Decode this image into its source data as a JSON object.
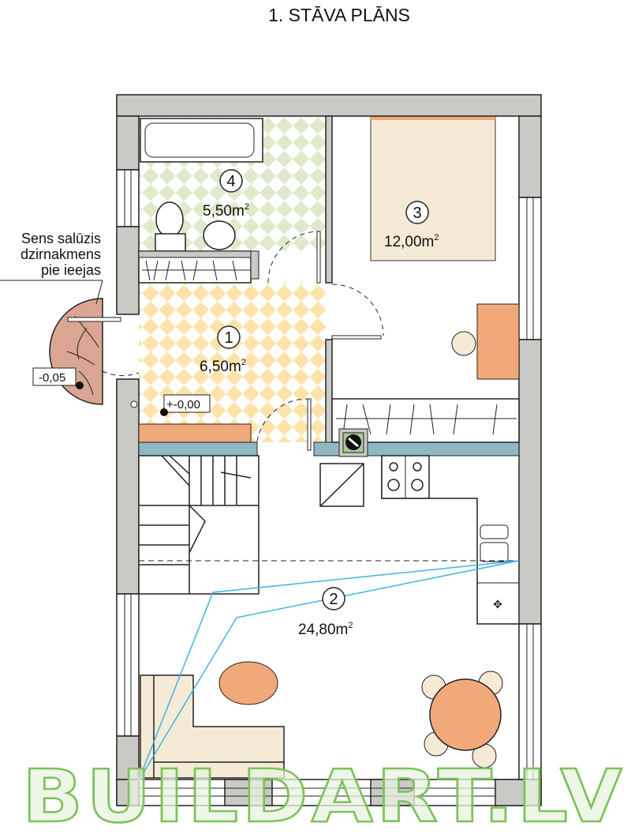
{
  "title": "1. STĀVA PLĀNS",
  "rooms": [
    {
      "number": "1",
      "area": "6,50",
      "unit": "m",
      "sup": "2"
    },
    {
      "number": "2",
      "area": "24,80",
      "unit": "m",
      "sup": "2"
    },
    {
      "number": "3",
      "area": "12,00",
      "unit": "m",
      "sup": "2"
    },
    {
      "number": "4",
      "area": "5,50",
      "unit": "m",
      "sup": "2"
    }
  ],
  "note": {
    "line1": "Sens salūzis",
    "line2": "dzirnakmens",
    "line3": "pie ieejas"
  },
  "levels": {
    "outside": "-0,05",
    "inside": "+-0,00"
  },
  "watermark": "BUILDART.LV",
  "colors": {
    "wall": "#c9cac5",
    "bath_tile": "#dfe9cc",
    "hall_tile": "#fde3aa",
    "rug": "#f5ead5",
    "orange": "#f2a97a",
    "counter": "#8fb8c3",
    "stone": "#dba593",
    "camera": "#3fb3e6",
    "watermark": "#7cc35a"
  }
}
